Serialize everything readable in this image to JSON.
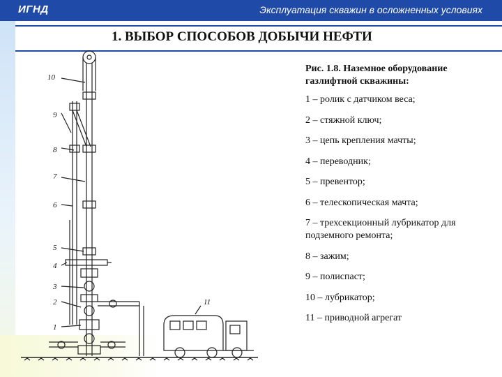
{
  "header": {
    "org": "ИГНД",
    "course": "Эксплуатация скважин в осложненных условиях"
  },
  "slide": {
    "title": "1. ВЫБОР СПОСОБОВ ДОБЫЧИ НЕФТИ",
    "caption": "Рис. 1.8. Наземное оборудование газлифтной скважины:",
    "legend": [
      "1 – ролик с датчиком веса;",
      "2 – стяжной ключ;",
      "3 – цепь крепления мачты;",
      "4 – переводник;",
      "5 – превентор;",
      "6 – телескопическая мачта;",
      "7 – трехсекционный лубрикатор для подземного ремонта;",
      "8 – зажим;",
      "9 – полиспаст;",
      "10 – лубрикатор;",
      "11 – приводной агрегат"
    ],
    "figure_labels": {
      "l1": "1",
      "l2": "2",
      "l3": "3",
      "l4": "4",
      "l5": "5",
      "l6": "6",
      "l7": "7",
      "l8": "8",
      "l9": "9",
      "l10": "10",
      "l11": "11"
    }
  }
}
